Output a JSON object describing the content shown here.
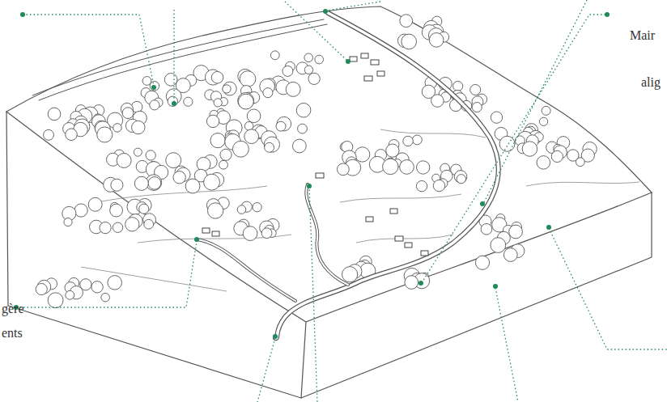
{
  "diagram": {
    "labels": [
      "Mair",
      "alig",
      "gère",
      "ents"
    ]
  }
}
